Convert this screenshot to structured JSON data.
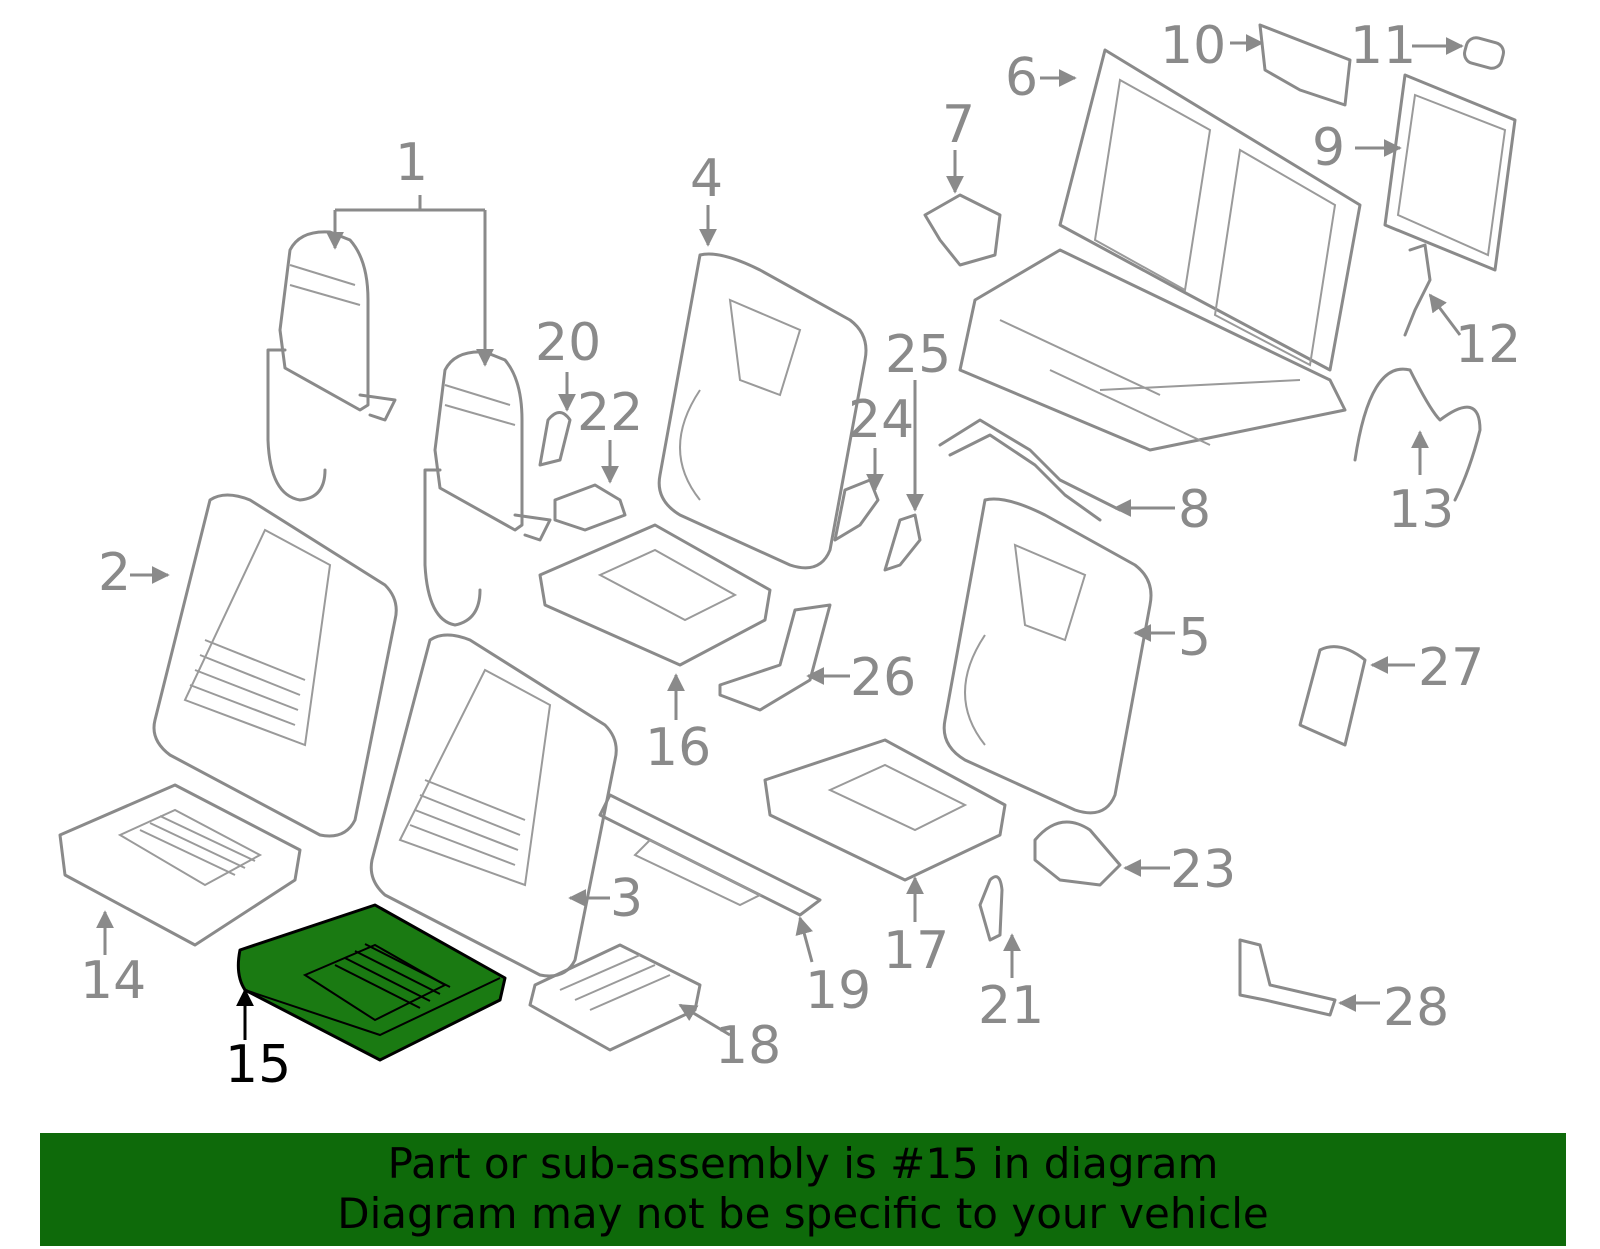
{
  "callouts": [
    "1",
    "2",
    "3",
    "4",
    "5",
    "6",
    "7",
    "8",
    "9",
    "10",
    "11",
    "12",
    "13",
    "14",
    "15",
    "16",
    "17",
    "18",
    "19",
    "20",
    "21",
    "22",
    "23",
    "24",
    "25",
    "26",
    "27",
    "28"
  ],
  "highlighted_part": "15",
  "colors": {
    "highlight": "#1a7a12",
    "banner": "#0e6a0a",
    "line": "#8a8a8a"
  },
  "banner": {
    "line1": "Part or sub-assembly is #15 in diagram",
    "line2": "Diagram may not be specific to your vehicle"
  }
}
